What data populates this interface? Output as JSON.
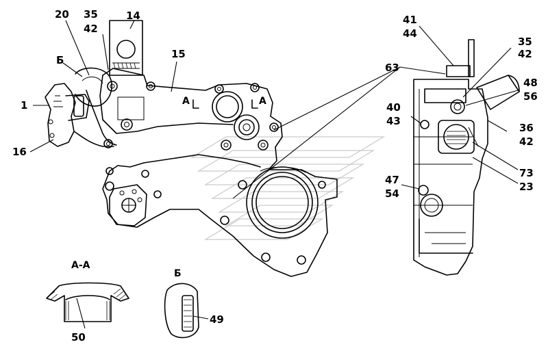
{
  "part_labels": {
    "l20": "20",
    "l35a": "35",
    "l42a": "42",
    "l14": "14",
    "l15": "15",
    "l_b_mark": "Б",
    "l1": "1",
    "l16": "16",
    "l41": "41",
    "l44": "44",
    "l63": "63",
    "l35b": "35",
    "l42b": "42",
    "l48": "48",
    "l56": "56",
    "l40": "40",
    "l43": "43",
    "l36": "36",
    "l42c": "42",
    "l73": "73",
    "l23": "23",
    "l47": "47",
    "l54": "54",
    "l50": "50",
    "l49": "49"
  },
  "section_marks": {
    "a_left": "A",
    "a_right": "A",
    "section_aa_title": "A-A",
    "view_b_title": "Б"
  },
  "colors": {
    "ink": "#000000",
    "watermark": "#c9c9c9",
    "background": "#ffffff"
  }
}
